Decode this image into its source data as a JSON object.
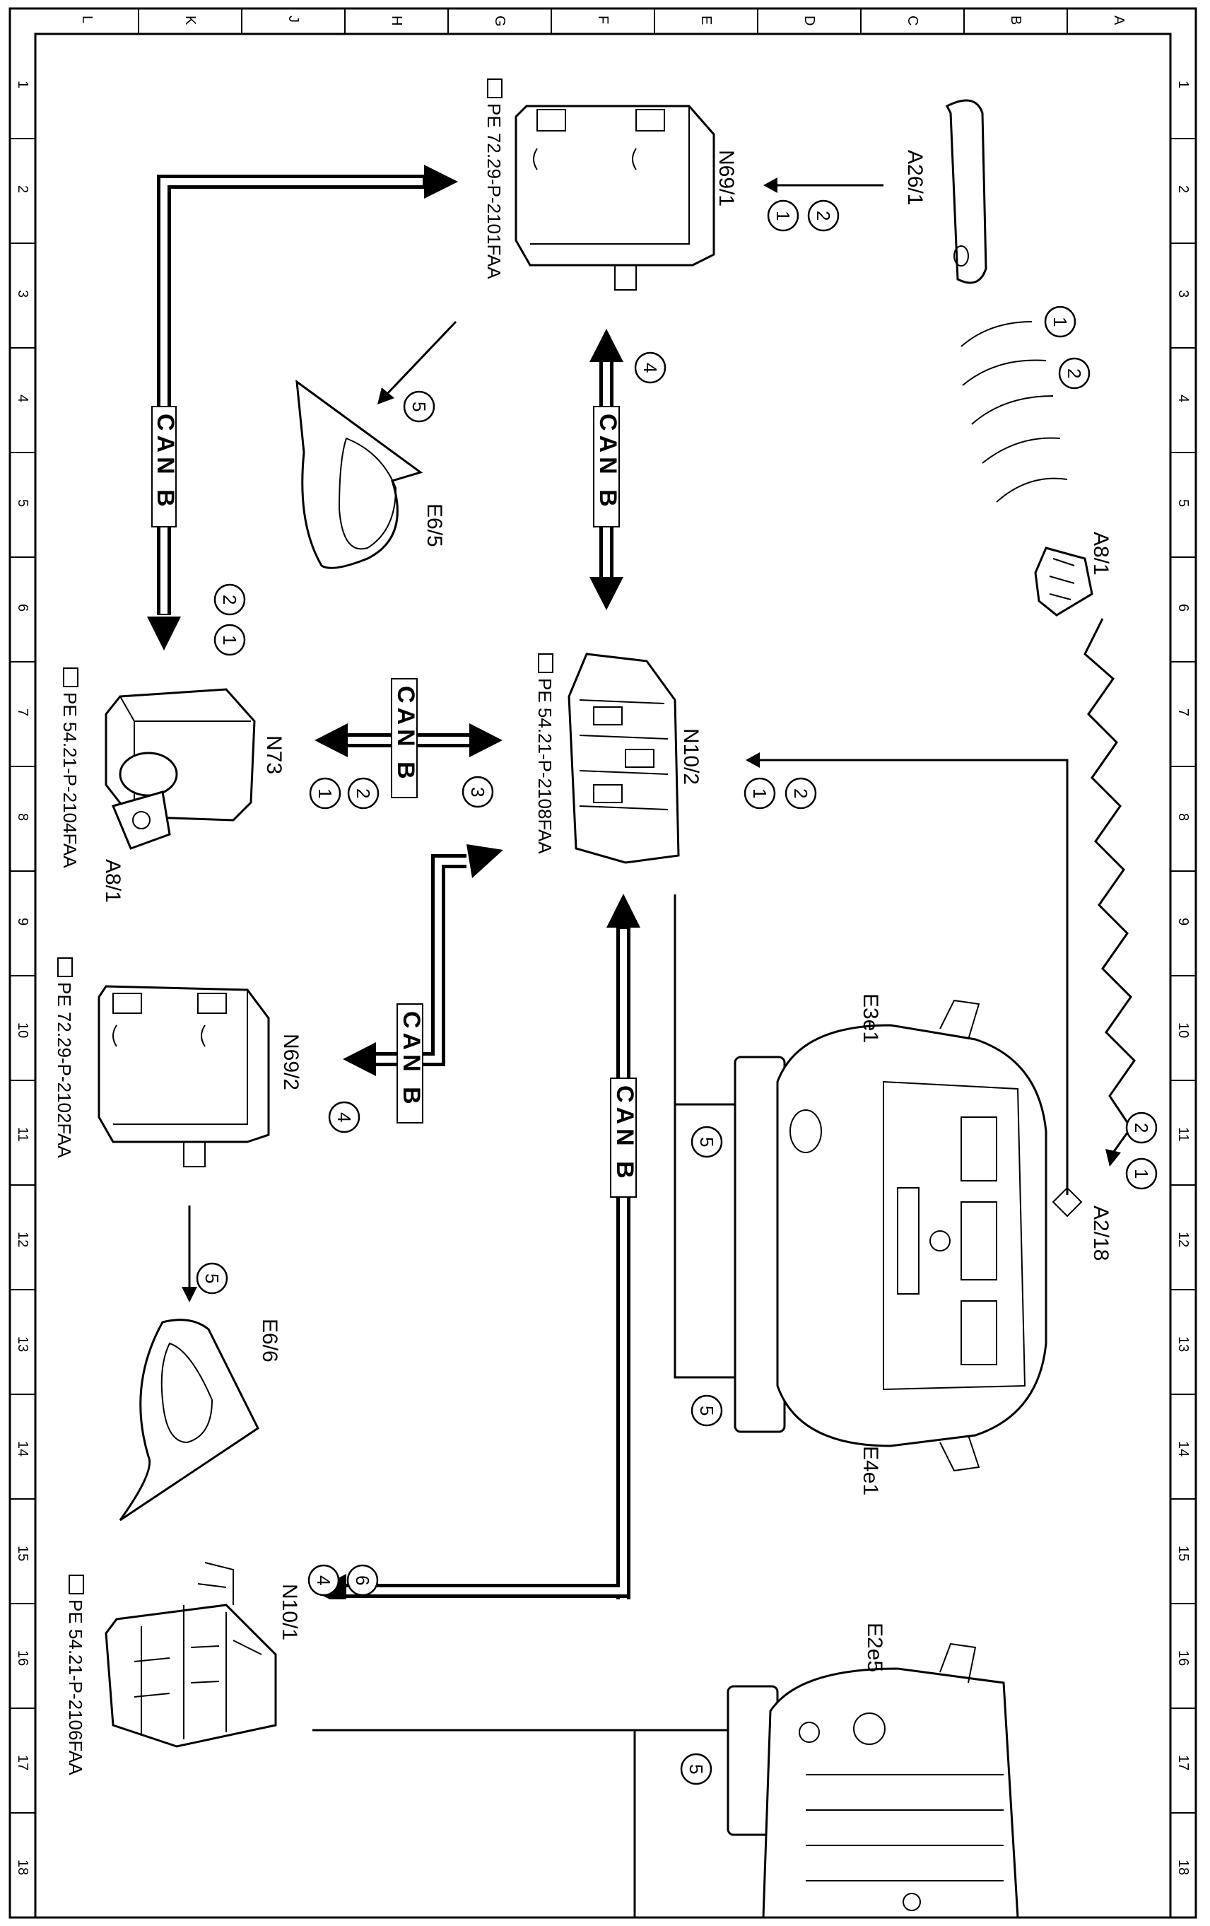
{
  "border": {
    "columns": [
      "L",
      "K",
      "J",
      "H",
      "G",
      "F",
      "E",
      "D",
      "C",
      "B",
      "A"
    ],
    "rows": [
      "1",
      "2",
      "3",
      "4",
      "5",
      "6",
      "7",
      "8",
      "9",
      "10",
      "11",
      "12",
      "13",
      "14",
      "15",
      "16",
      "17",
      "18"
    ]
  },
  "components": {
    "a26_1": "A26/1",
    "n69_1": "N69/1",
    "a8_1_remote": "A8/1",
    "n10_2": "N10/2",
    "a2_18": "A2/18",
    "e6_5": "E6/5",
    "n73": "N73",
    "a8_1_key": "A8/1",
    "n69_2": "N69/2",
    "e6_6": "E6/6",
    "e3e1": "E3e1",
    "e4e1": "E4e1",
    "n10_1": "N10/1",
    "e2e5": "E2e5"
  },
  "references": {
    "n69_1": "PE 72.29-P-2101FAA",
    "n10_2": "PE 54.21-P-2108FAA",
    "n73": "PE 54.21-P-2104FAA",
    "n69_2": "PE 72.29-P-2102FAA",
    "n10_1": "PE 54.21-P-2106FAA"
  },
  "bus_label": "CAN B",
  "steps": {
    "s1": "1",
    "s2": "2",
    "s3": "3",
    "s4": "4",
    "s5": "5",
    "s6": "6"
  }
}
